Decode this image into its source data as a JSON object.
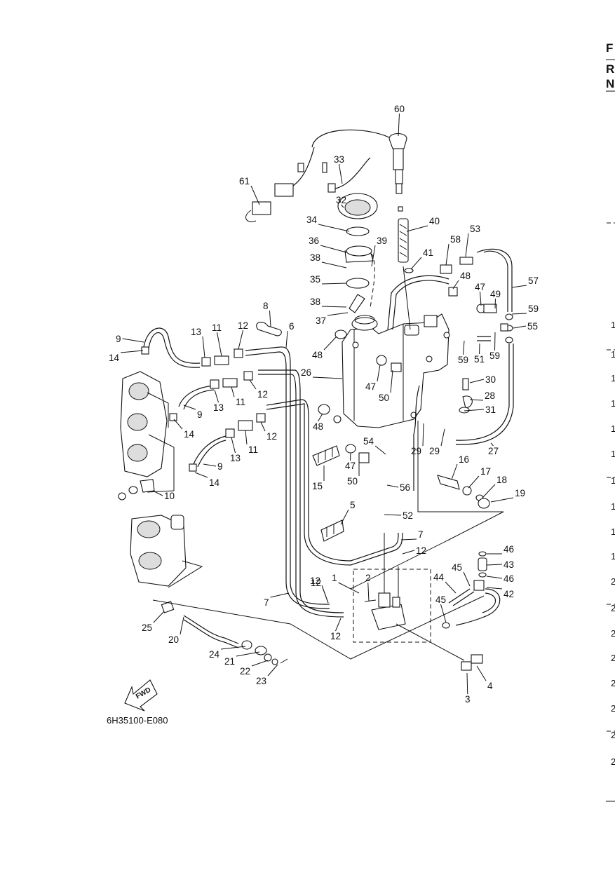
{
  "diagram_code": "6H35100-E080",
  "fwd_label": "FWD",
  "edge_text": {
    "top": [
      "F",
      "R",
      "N"
    ],
    "right_column": [
      "1",
      "1",
      "1",
      "1",
      "1",
      "1",
      "1",
      "1",
      "1",
      "1",
      "2",
      "2",
      "2",
      "2",
      "2",
      "2",
      "2",
      "2"
    ]
  },
  "callouts": [
    "1",
    "2",
    "3",
    "4",
    "5",
    "6",
    "7",
    "7",
    "8",
    "9",
    "9",
    "9",
    "10",
    "11",
    "11",
    "11",
    "12",
    "12",
    "12",
    "12",
    "12",
    "12",
    "12",
    "13",
    "13",
    "13",
    "14",
    "14",
    "14",
    "15",
    "16",
    "17",
    "18",
    "19",
    "20",
    "21",
    "22",
    "23",
    "24",
    "25",
    "26",
    "27",
    "28",
    "29",
    "29",
    "30",
    "31",
    "32",
    "33",
    "34",
    "35",
    "36",
    "37",
    "38",
    "38",
    "39",
    "40",
    "41",
    "42",
    "43",
    "44",
    "45",
    "45",
    "46",
    "46",
    "47",
    "47",
    "47",
    "48",
    "48",
    "48",
    "49",
    "50",
    "50",
    "51",
    "52",
    "53",
    "54",
    "55",
    "56",
    "57",
    "58",
    "59",
    "59",
    "59",
    "60",
    "61"
  ]
}
